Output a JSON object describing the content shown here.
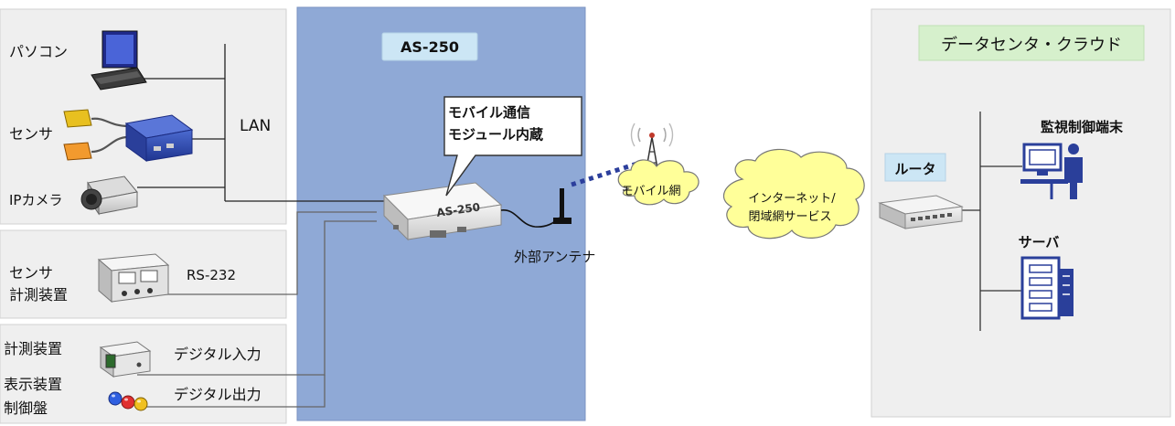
{
  "device_title": "AS-250",
  "lan_label": "LAN",
  "devices": {
    "pc": "パソコン",
    "sensor": "センサ",
    "ip_camera": "IPカメラ",
    "sensor_line1": "センサ",
    "sensor_line2": "計測装置",
    "measure": "計測装置",
    "display_line1": "表示装置",
    "display_line2": "制御盤"
  },
  "ports": {
    "rs232": "RS-232",
    "digital_in": "デジタル入力",
    "digital_out": "デジタル出力"
  },
  "router_body_label": "AS-250",
  "callout": {
    "line1": "モバイル通信",
    "line2": "モジュール内蔵"
  },
  "antenna_label": "外部アンテナ",
  "clouds": {
    "mobile": "モバイル網",
    "internet_line1": "インターネット/",
    "internet_line2": "閉域網サービス"
  },
  "datacenter": {
    "title": "データセンタ・クラウド",
    "router": "ルータ",
    "monitor": "監視制御端末",
    "server": "サーバ"
  },
  "colors": {
    "device_panel": "#8fa9d6",
    "left_panel": "#efefef",
    "title_badge": "#cce6f5",
    "datacenter_title": "#d6f0cc",
    "cloud_fill": "#ffff99",
    "camera_body": "#c4c4c4",
    "sensor_orange": "#f29a2e",
    "sensor_yellow": "#e8c020"
  }
}
